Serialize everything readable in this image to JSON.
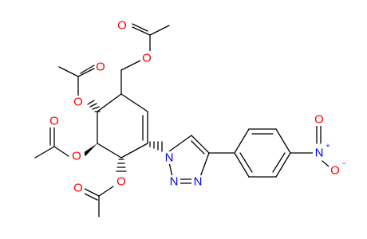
{
  "molecule": {
    "colors": {
      "bond": "#000000",
      "oxygen": "#ff0000",
      "nitrogen": "#0000ff",
      "background": "#ffffff"
    },
    "atoms": {
      "o_top_carbonyl": "O",
      "o_top_ester": "O",
      "o_left_top_carbonyl": "O",
      "o_left_top_ester": "O",
      "o_left_mid_carbonyl": "O",
      "o_left_mid_ester": "O",
      "o_bottom_ester": "O",
      "o_bottom_carbonyl": "O",
      "n_triazole_1": "N",
      "n_triazole_2": "N",
      "n_triazole_3": "N",
      "n_nitro": "N",
      "n_nitro_charge": "+",
      "o_nitro_double": "O",
      "o_nitro_single": "O",
      "o_nitro_charge": "−"
    }
  }
}
